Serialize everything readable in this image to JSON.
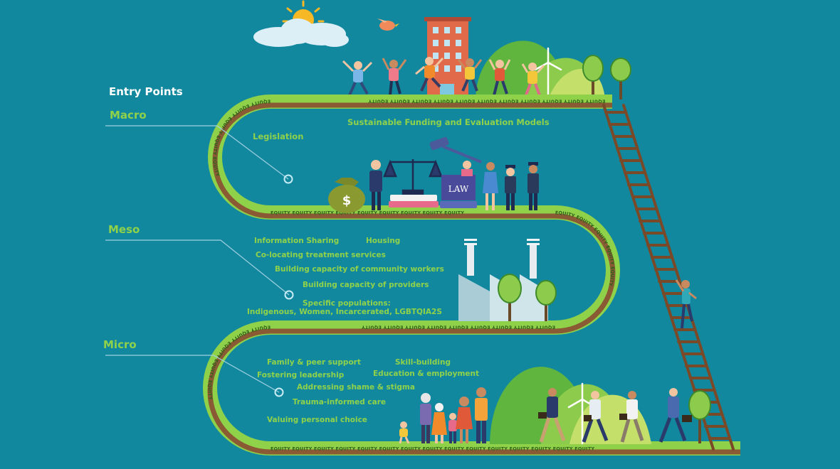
{
  "entry_points_label": "Entry Points",
  "levels": {
    "macro": "Macro",
    "meso": "Meso",
    "micro": "Micro"
  },
  "macro_items": {
    "funding": "Sustainable Funding  and Evaluation Models",
    "legislation": "Legislation"
  },
  "meso_items": {
    "info_sharing": "Information Sharing",
    "housing": "Housing",
    "colocating": "Co-locating treatment services",
    "community_workers": "Building capacity of community workers",
    "providers": "Building capacity of providers",
    "specific_pop_title": "Specific populations:",
    "specific_pop_list": "Indigenous, Women, Incarcerated, LGBTQIA2S"
  },
  "micro_items": {
    "family_peer": "Family & peer support",
    "skill_building": "Skill-building",
    "leadership": "Fostering leadership",
    "education": "Education & employment",
    "shame": "Addressing shame & stigma",
    "trauma": "Trauma-informed care",
    "choice": "Valuing personal choice"
  },
  "path_text": "EQUITY",
  "law_sign": "LAW",
  "money_symbol": "$",
  "colors": {
    "background": "#12889f",
    "path_green": "#8fd24a",
    "path_brown": "#8a5a35",
    "ladder": "#7a4a28"
  }
}
